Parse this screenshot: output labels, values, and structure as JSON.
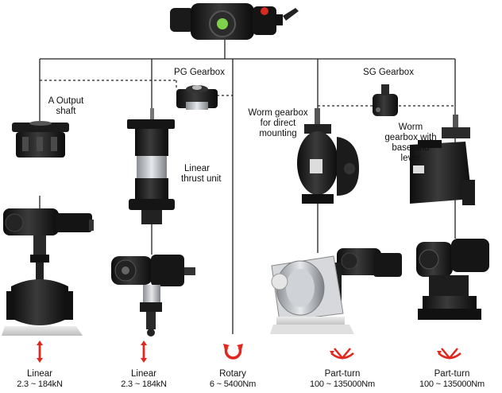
{
  "labels": {
    "a_output": [
      "A Output",
      "shaft"
    ],
    "pg_gearbox": "PG Gearbox",
    "sg_gearbox": "SG Gearbox",
    "linear_thrust": [
      "Linear",
      "thrust unit"
    ],
    "worm_direct": [
      "Worm gearbox",
      "for direct",
      "mounting"
    ],
    "worm_base": [
      "Worm",
      "gearbox with",
      "base and",
      "lever"
    ]
  },
  "captions": [
    {
      "title": "Linear",
      "value": "2.3 ~ 184kN",
      "icon": "double-arrow-vertical-icon"
    },
    {
      "title": "Linear",
      "value": "2.3 ~ 184kN",
      "icon": "double-arrow-vertical-icon"
    },
    {
      "title": "Rotary",
      "value": "6 ~ 5400Nm",
      "icon": "rotary-arrow-icon"
    },
    {
      "title": "Part-turn",
      "value": "100 ~ 135000Nm",
      "icon": "part-turn-arc-icon"
    },
    {
      "title": "Part-turn",
      "value": "100 ~ 135000Nm",
      "icon": "part-turn-arc-icon"
    }
  ],
  "colors": {
    "accent_red": "#e0281f",
    "line": "#222222",
    "device_dark": "#151515",
    "device_mid": "#3a3a3a",
    "steel": "#b9bcc1"
  }
}
